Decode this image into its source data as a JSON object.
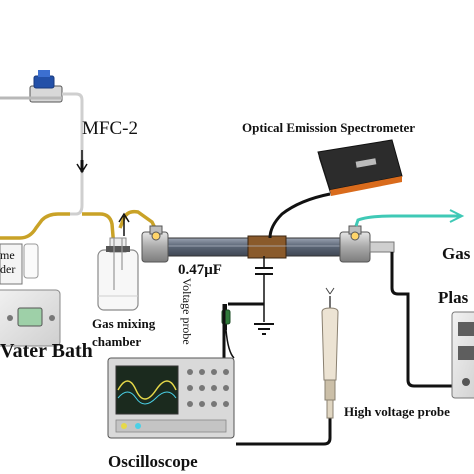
{
  "labels": {
    "mfc2": "MFC-2",
    "oes": "Optical Emission Spectrometer",
    "capacitor": "0.47μF",
    "voltage_probe": "Voltage probe",
    "gas_mixing": "Gas mixing",
    "chamber": "chamber",
    "water_bath": "Vater Bath",
    "left_top": "me",
    "left_bottom": "der",
    "gas_out": "Gas",
    "plasma": "Plas",
    "hv_probe": "High voltage probe",
    "oscilloscope": "Oscilloscope"
  },
  "colors": {
    "tube": "#c9a227",
    "wire": "#111111",
    "reactor": "#6b7585",
    "electrode": "#8a5a2b",
    "oes_body": "#2c2c2c",
    "oes_accent": "#d96b1c",
    "scope_screen": "#1b2a1e",
    "fiber": "#3fc9b6"
  }
}
